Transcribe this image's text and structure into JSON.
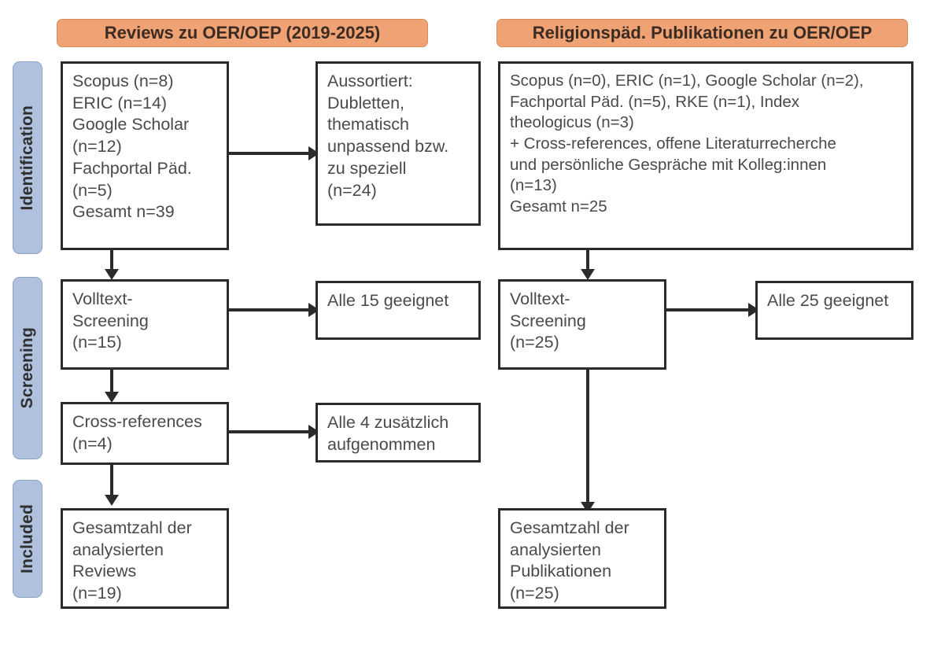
{
  "figure": {
    "type": "prisma-flow-diagram",
    "colors": {
      "header_fill": "#efa274",
      "stage_fill": "#b0c1dd",
      "box_border": "#2b2b2b",
      "text": "#4a4a4a",
      "background": "#ffffff"
    }
  },
  "stages": [
    {
      "label": "Identification"
    },
    {
      "label": "Screening"
    },
    {
      "label": "Included"
    }
  ],
  "columns": [
    {
      "header": "Reviews zu OER/OEP (2019-2025)"
    },
    {
      "header": "Religionspäd. Publikationen zu OER/OEP"
    }
  ],
  "nodes": {
    "left_identification": {
      "lines": [
        "Scopus (n=8)",
        "ERIC (n=14)",
        "Google Scholar",
        "(n=12)",
        "Fachportal Päd.",
        "(n=5)",
        "Gesamt n=39"
      ]
    },
    "left_excluded": {
      "lines": [
        "Aussortiert:",
        "Dubletten,",
        "thematisch",
        "unpassend bzw.",
        "zu speziell",
        "(n=24)"
      ]
    },
    "right_identification": {
      "lines": [
        "Scopus (n=0), ERIC (n=1), Google Scholar (n=2),",
        "Fachportal Päd. (n=5), RKE (n=1), Index",
        "theologicus (n=3)",
        "+ Cross-references, offene Literaturrecherche",
        "und persönliche Gespräche mit Kolleg:innen",
        "(n=13)",
        "Gesamt n=25"
      ]
    },
    "left_screening": {
      "lines": [
        "Volltext-",
        "Screening",
        "(n=15)"
      ]
    },
    "left_screening_result": {
      "lines": [
        "Alle 15 geeignet"
      ]
    },
    "right_screening": {
      "lines": [
        "Volltext-",
        "Screening",
        "(n=25)"
      ]
    },
    "right_screening_result": {
      "lines": [
        "Alle 25 geeignet"
      ]
    },
    "left_crossrefs": {
      "lines": [
        "Cross-references",
        "(n=4)"
      ]
    },
    "left_crossrefs_result": {
      "lines": [
        "Alle 4 zusätzlich",
        "aufgenommen"
      ]
    },
    "left_included": {
      "lines": [
        "Gesamtzahl der",
        "analysierten",
        "Reviews",
        "(n=19)"
      ]
    },
    "right_included": {
      "lines": [
        "Gesamtzahl der",
        "analysierten",
        "Publikationen",
        "(n=25)"
      ]
    }
  }
}
